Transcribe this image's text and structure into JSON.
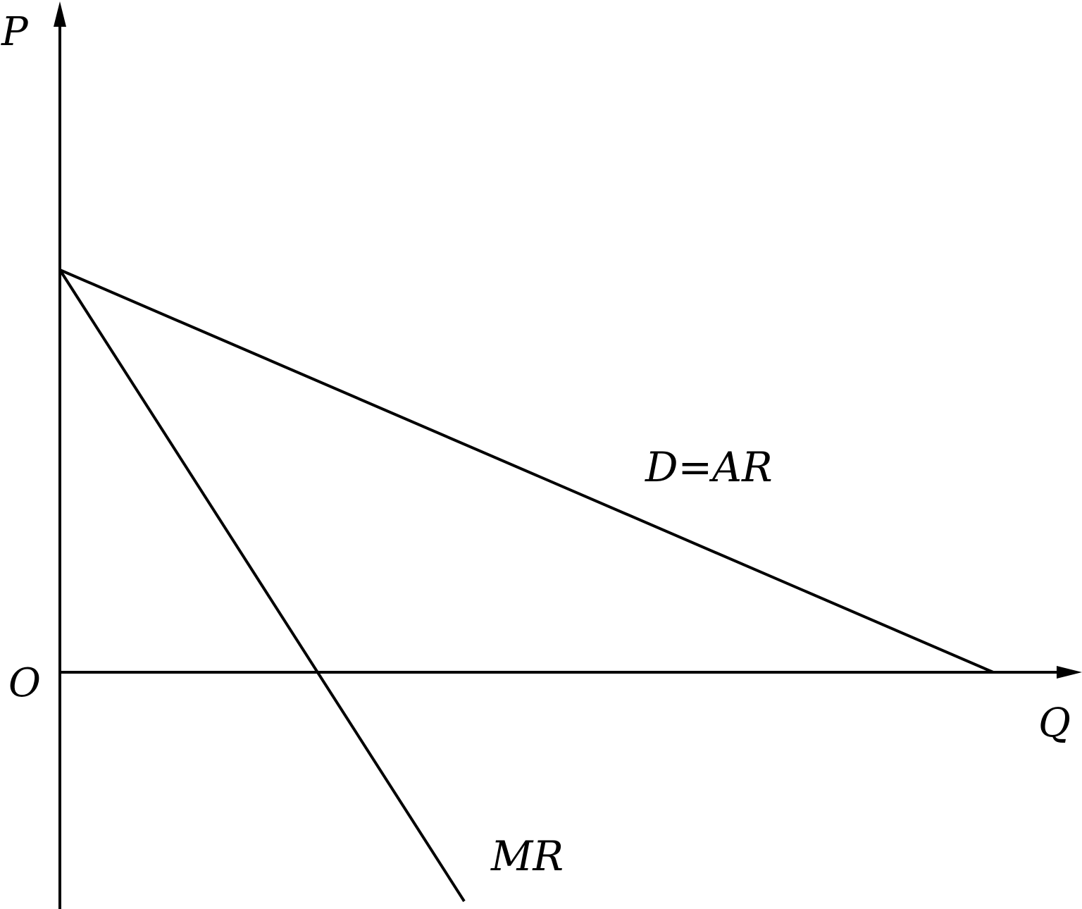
{
  "labels": {
    "y_axis": "P",
    "x_axis": "Q",
    "origin": "O",
    "demand_curve": "D=AR",
    "marginal_revenue_curve": "MR"
  },
  "colors": {
    "ink": "#000000",
    "background": "#ffffff"
  }
}
